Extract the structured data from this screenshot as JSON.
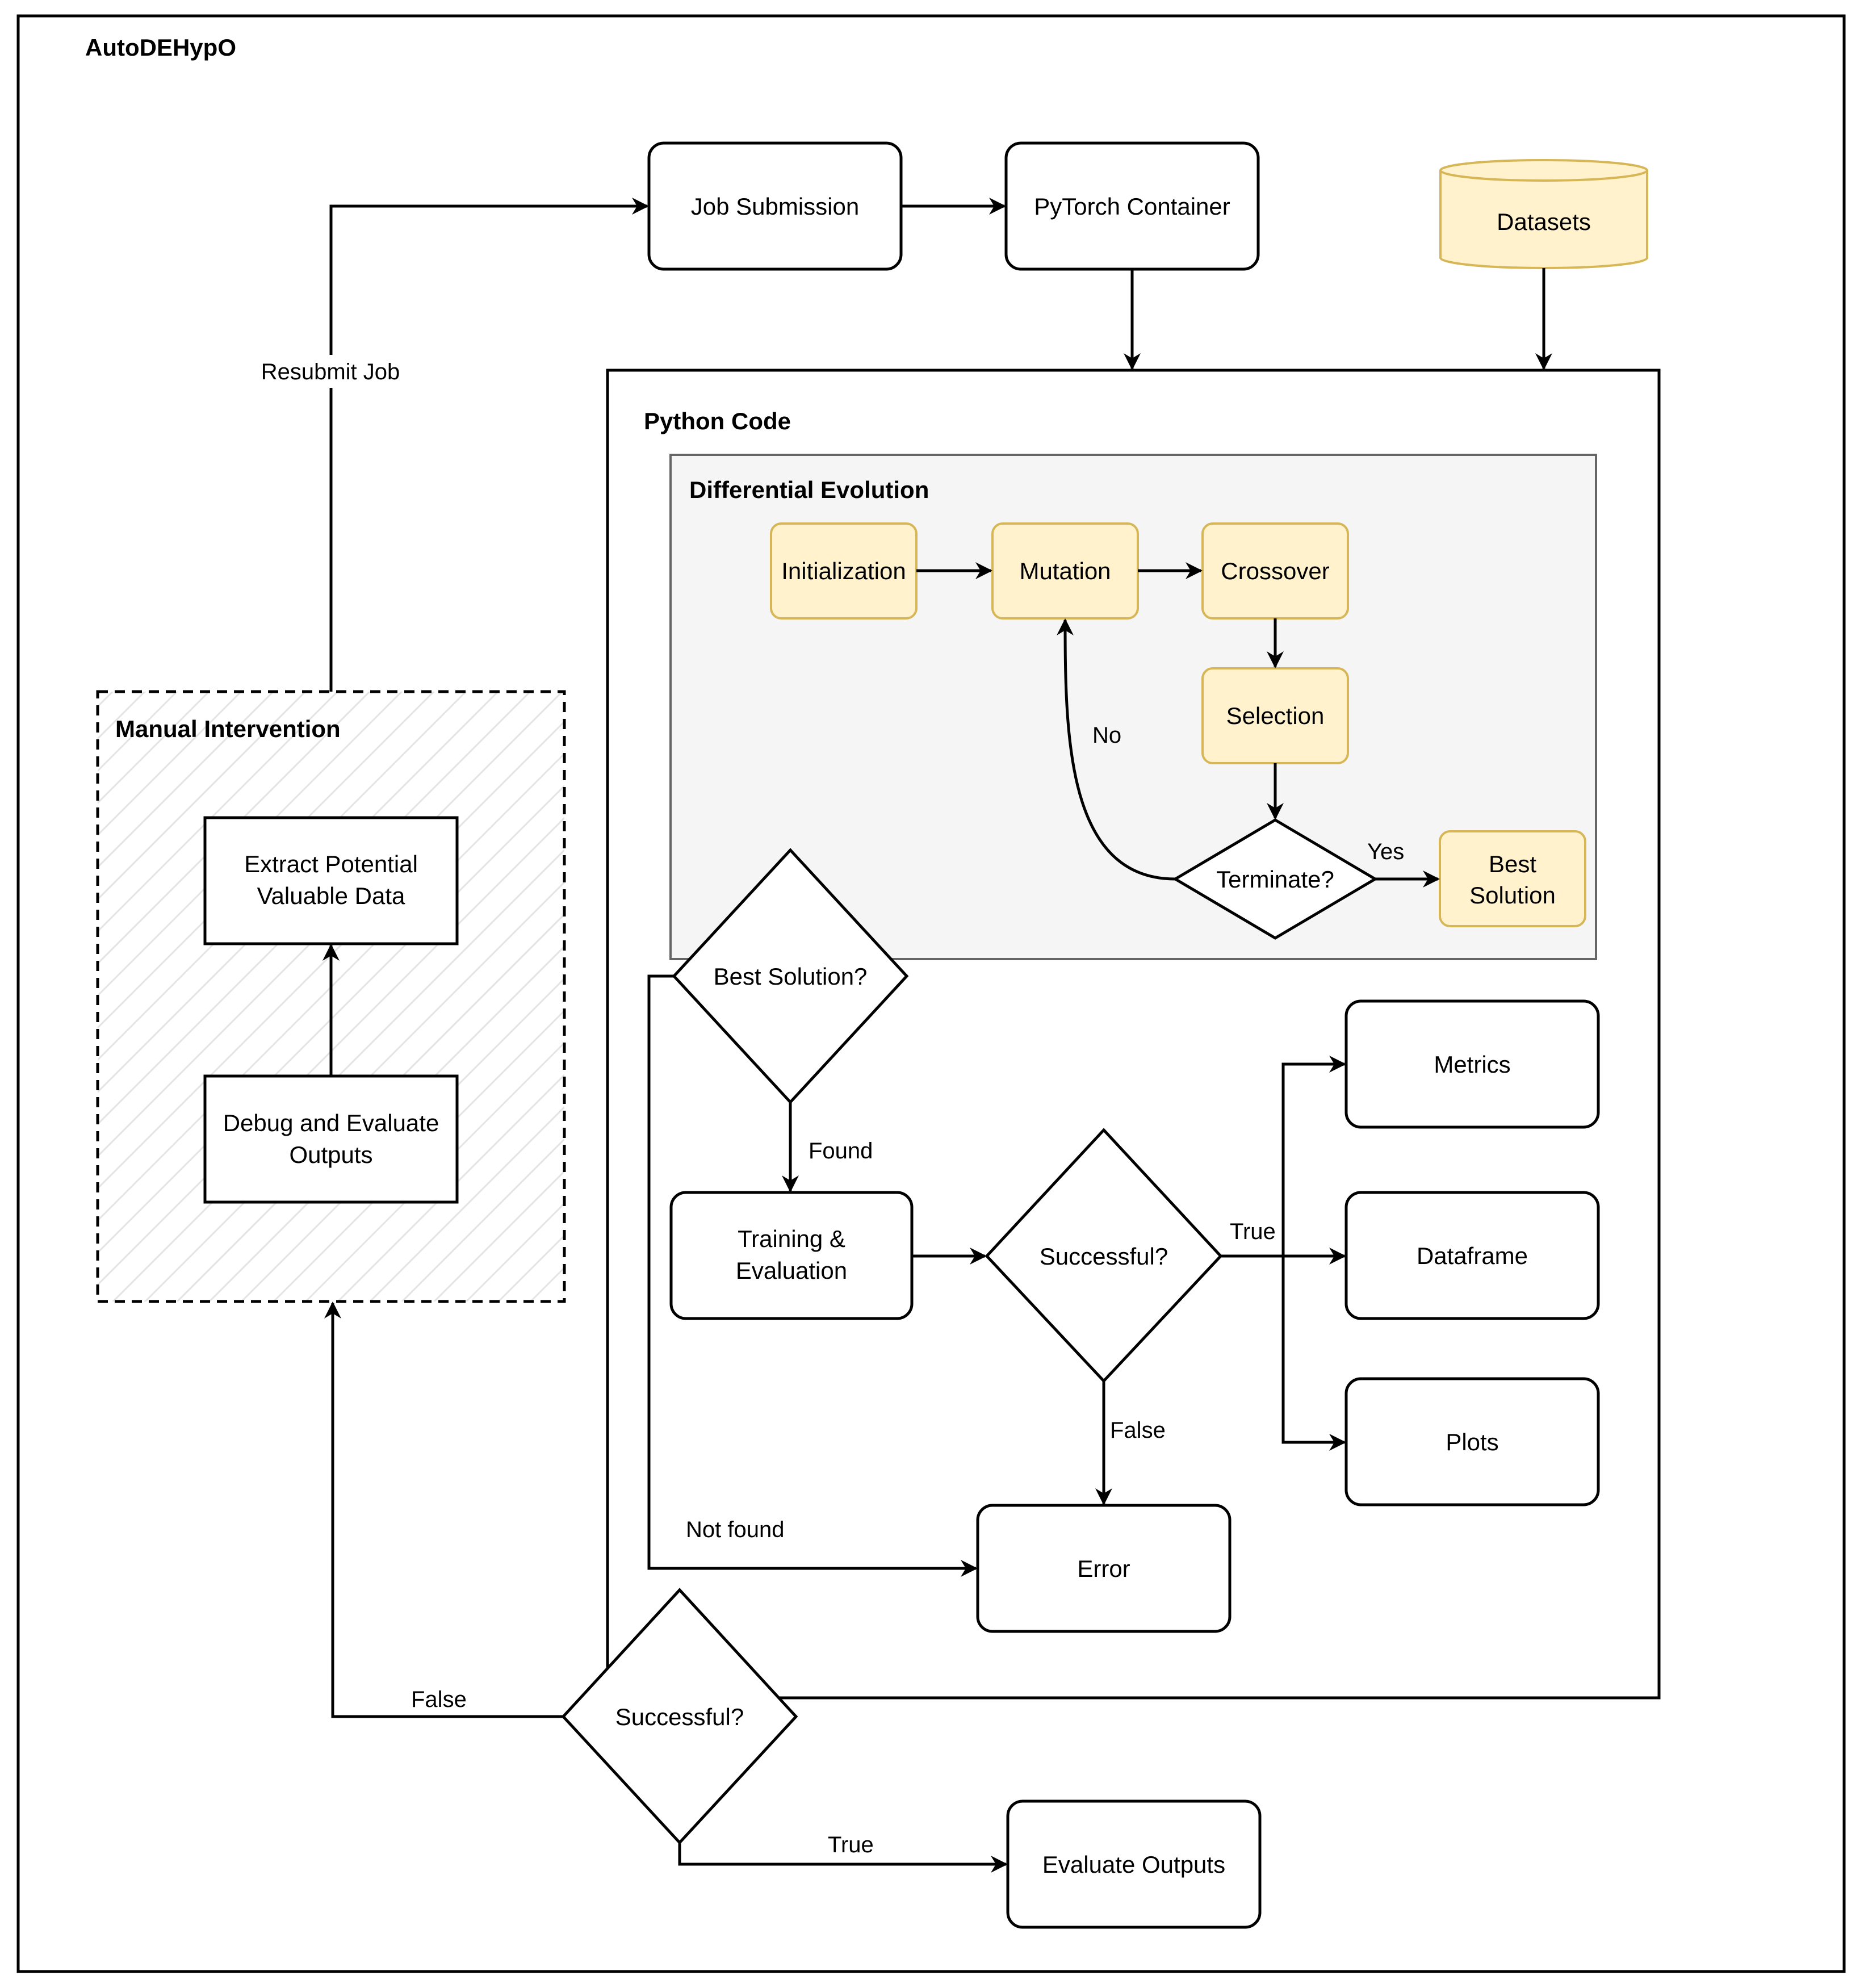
{
  "title": "AutoDEHypO",
  "top": {
    "job_submission": "Job Submission",
    "pytorch_container": "PyTorch Container",
    "datasets": "Datasets",
    "resubmit_label": "Resubmit Job"
  },
  "python_code": {
    "title": "Python Code",
    "differential_evolution": {
      "title": "Differential Evolution",
      "initialization": "Initialization",
      "mutation": "Mutation",
      "crossover": "Crossover",
      "selection": "Selection",
      "terminate": "Terminate?",
      "best_solution_line1": "Best",
      "best_solution_line2": "Solution",
      "no_label": "No",
      "yes_label": "Yes"
    },
    "best_solution_decision": "Best Solution?",
    "found_label": "Found",
    "not_found_label": "Not found",
    "training_line1": "Training &",
    "training_line2": "Evaluation",
    "successful_decision": "Successful?",
    "true_label": "True",
    "false_label": "False",
    "metrics": "Metrics",
    "dataframe": "Dataframe",
    "plots": "Plots",
    "error": "Error"
  },
  "manual_intervention": {
    "title": "Manual Intervention",
    "extract_line1": "Extract Potential",
    "extract_line2": "Valuable Data",
    "debug_line1": "Debug and Evaluate",
    "debug_line2": "Outputs"
  },
  "outer": {
    "successful_decision": "Successful?",
    "false_label": "False",
    "true_label": "True",
    "evaluate_outputs": "Evaluate Outputs"
  },
  "colors": {
    "stroke": "#000000",
    "yellow_fill": "#fff2cc",
    "yellow_stroke": "#d6b656",
    "group_fill": "#f5f5f5",
    "group_stroke": "#666666",
    "hatch": "#e4e4e4"
  }
}
